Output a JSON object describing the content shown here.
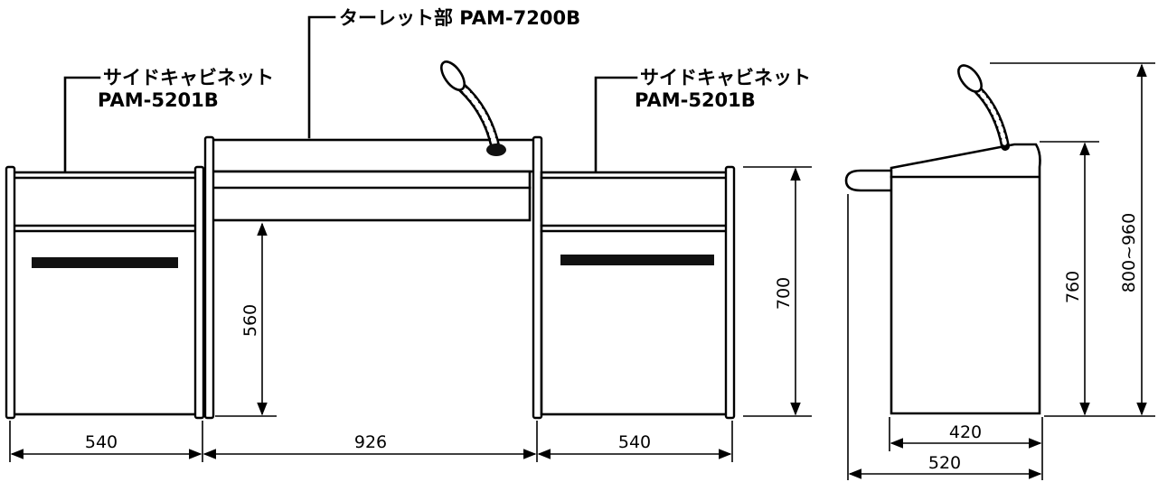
{
  "labels": {
    "turret": "ターレット部 PAM-7200B",
    "side_left_line1": "サイドキャビネット",
    "side_left_line2": "PAM-5201B",
    "side_right_line1": "サイドキャビネット",
    "side_right_line2": "PAM-5201B"
  },
  "dimensions": {
    "width_left": "540",
    "width_center": "926",
    "width_right": "540",
    "height_knee": "560",
    "height_desk": "700",
    "height_top": "760",
    "height_mic": "800~960",
    "depth_cabinet": "420",
    "depth_total": "520"
  }
}
